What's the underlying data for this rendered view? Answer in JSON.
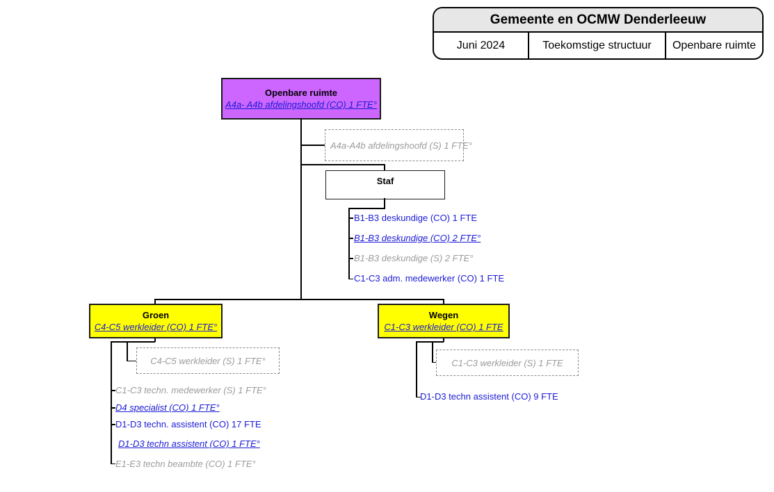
{
  "header": {
    "title": "Gemeente en OCMW Denderleeuw",
    "date": "Juni 2024",
    "structure": "Toekomstige structuur",
    "department": "Openbare ruimte"
  },
  "nodes": {
    "openbare_ruimte": {
      "title": "Openbare ruimte",
      "subtitle": "A4a- A4b afdelingshoofd (CO) 1 FTE°"
    },
    "afdelingshoofd_s": {
      "label": "A4a-A4b afdelingshoofd (S) 1 FTE°"
    },
    "staf": {
      "title": "Staf",
      "items": [
        {
          "label": "B1-B3 deskundige (CO) 1 FTE"
        },
        {
          "label": "B1-B3 deskundige (CO) 2 FTE°"
        },
        {
          "label": "B1-B3 deskundige (S) 2 FTE°"
        },
        {
          "label": "C1-C3 adm. medewerker (CO) 1 FTE"
        }
      ]
    },
    "groen": {
      "title": "Groen",
      "subtitle": "C4-C5 werkleider (CO) 1 FTE°",
      "dashed": "C4-C5 werkleider (S) 1 FTE°",
      "items": [
        {
          "label": "C1-C3 techn. medewerker (S) 1 FTE°"
        },
        {
          "label": "D4 specialist (CO) 1 FTE°"
        },
        {
          "label": "D1-D3 techn. assistent (CO) 17 FTE"
        },
        {
          "label": "D1-D3 techn assistent (CO) 1 FTE°"
        },
        {
          "label": "E1-E3 techn beambte (CO) 1 FTE°"
        }
      ]
    },
    "wegen": {
      "title": "Wegen",
      "subtitle": "C1-C3 werkleider (CO) 1 FTE",
      "dashed": "C1-C3 werkleider (S) 1 FTE",
      "items": [
        {
          "label": "D1-D3 techn assistent (CO) 9 FTE"
        }
      ]
    }
  },
  "colors": {
    "department_fill": "#cc66ff",
    "team_fill": "#ffff00",
    "link_blue": "#1a1ad6",
    "vacancy_gray": "#9b9b9b",
    "header_fill": "#e7e7e7"
  }
}
